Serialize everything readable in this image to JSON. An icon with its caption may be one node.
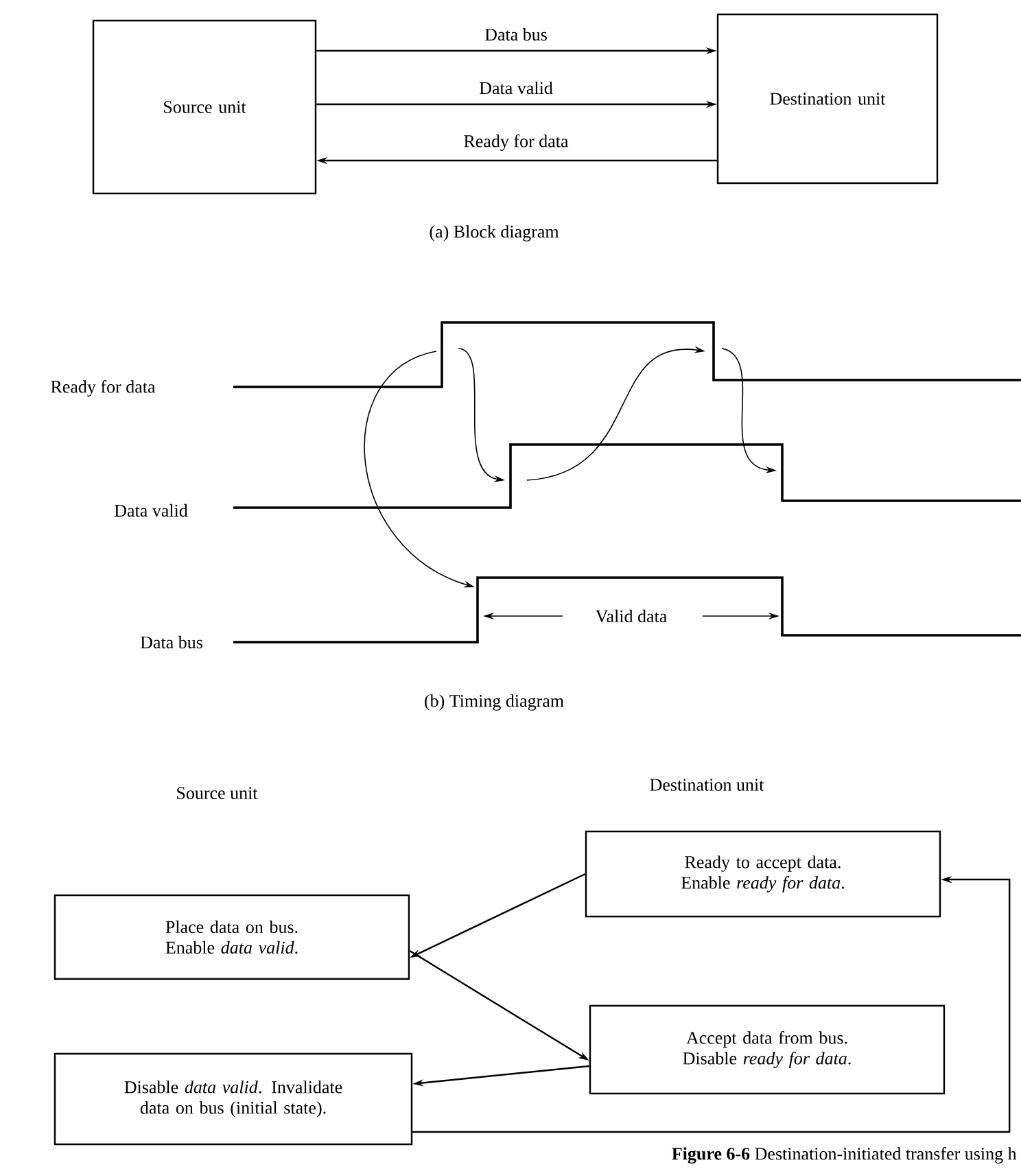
{
  "diagram": {
    "caption": "**Figure 6-6** Destination-initiated transfer using h",
    "nodes": [
      {
        "text": [
          "Source unit"
        ]
      },
      {
        "text": [
          "Destination unit"
        ]
      },
      {
        "text": [
          "Ready to accept data. Enable *ready for data*."
        ]
      },
      {
        "text": [
          "Place data on bus. Enable *data valid*."
        ]
      },
      {
        "text": [
          "Accept data from bus. Disable *ready for data*."
        ]
      },
      {
        "text": [
          "Disable *data valid*. Invalidate data on bus (initial state)."
        ]
      }
    ],
    "edges": [
      {
        "from": 0,
        "to": 1,
        "arrow": "to",
        "label": "Data bus"
      },
      {
        "from": 0,
        "to": 1,
        "arrow": "to",
        "label": "Data valid"
      },
      {
        "from": 1,
        "to": 0,
        "arrow": "to",
        "label": "Ready for data"
      },
      {
        "from": 2,
        "to": 3,
        "arrow": "to"
      },
      {
        "from": 3,
        "to": 4,
        "arrow": "to"
      },
      {
        "from": 4,
        "to": 5,
        "arrow": "to"
      },
      {
        "from": 5,
        "to": 2,
        "arrow": "to"
      }
    ],
    "labels": [
      "(a) Block diagram",
      "Ready for data",
      "Data valid",
      "Data bus",
      "Valid data",
      "(b) Timing diagram",
      "Source unit",
      "Destination unit"
    ]
  }
}
